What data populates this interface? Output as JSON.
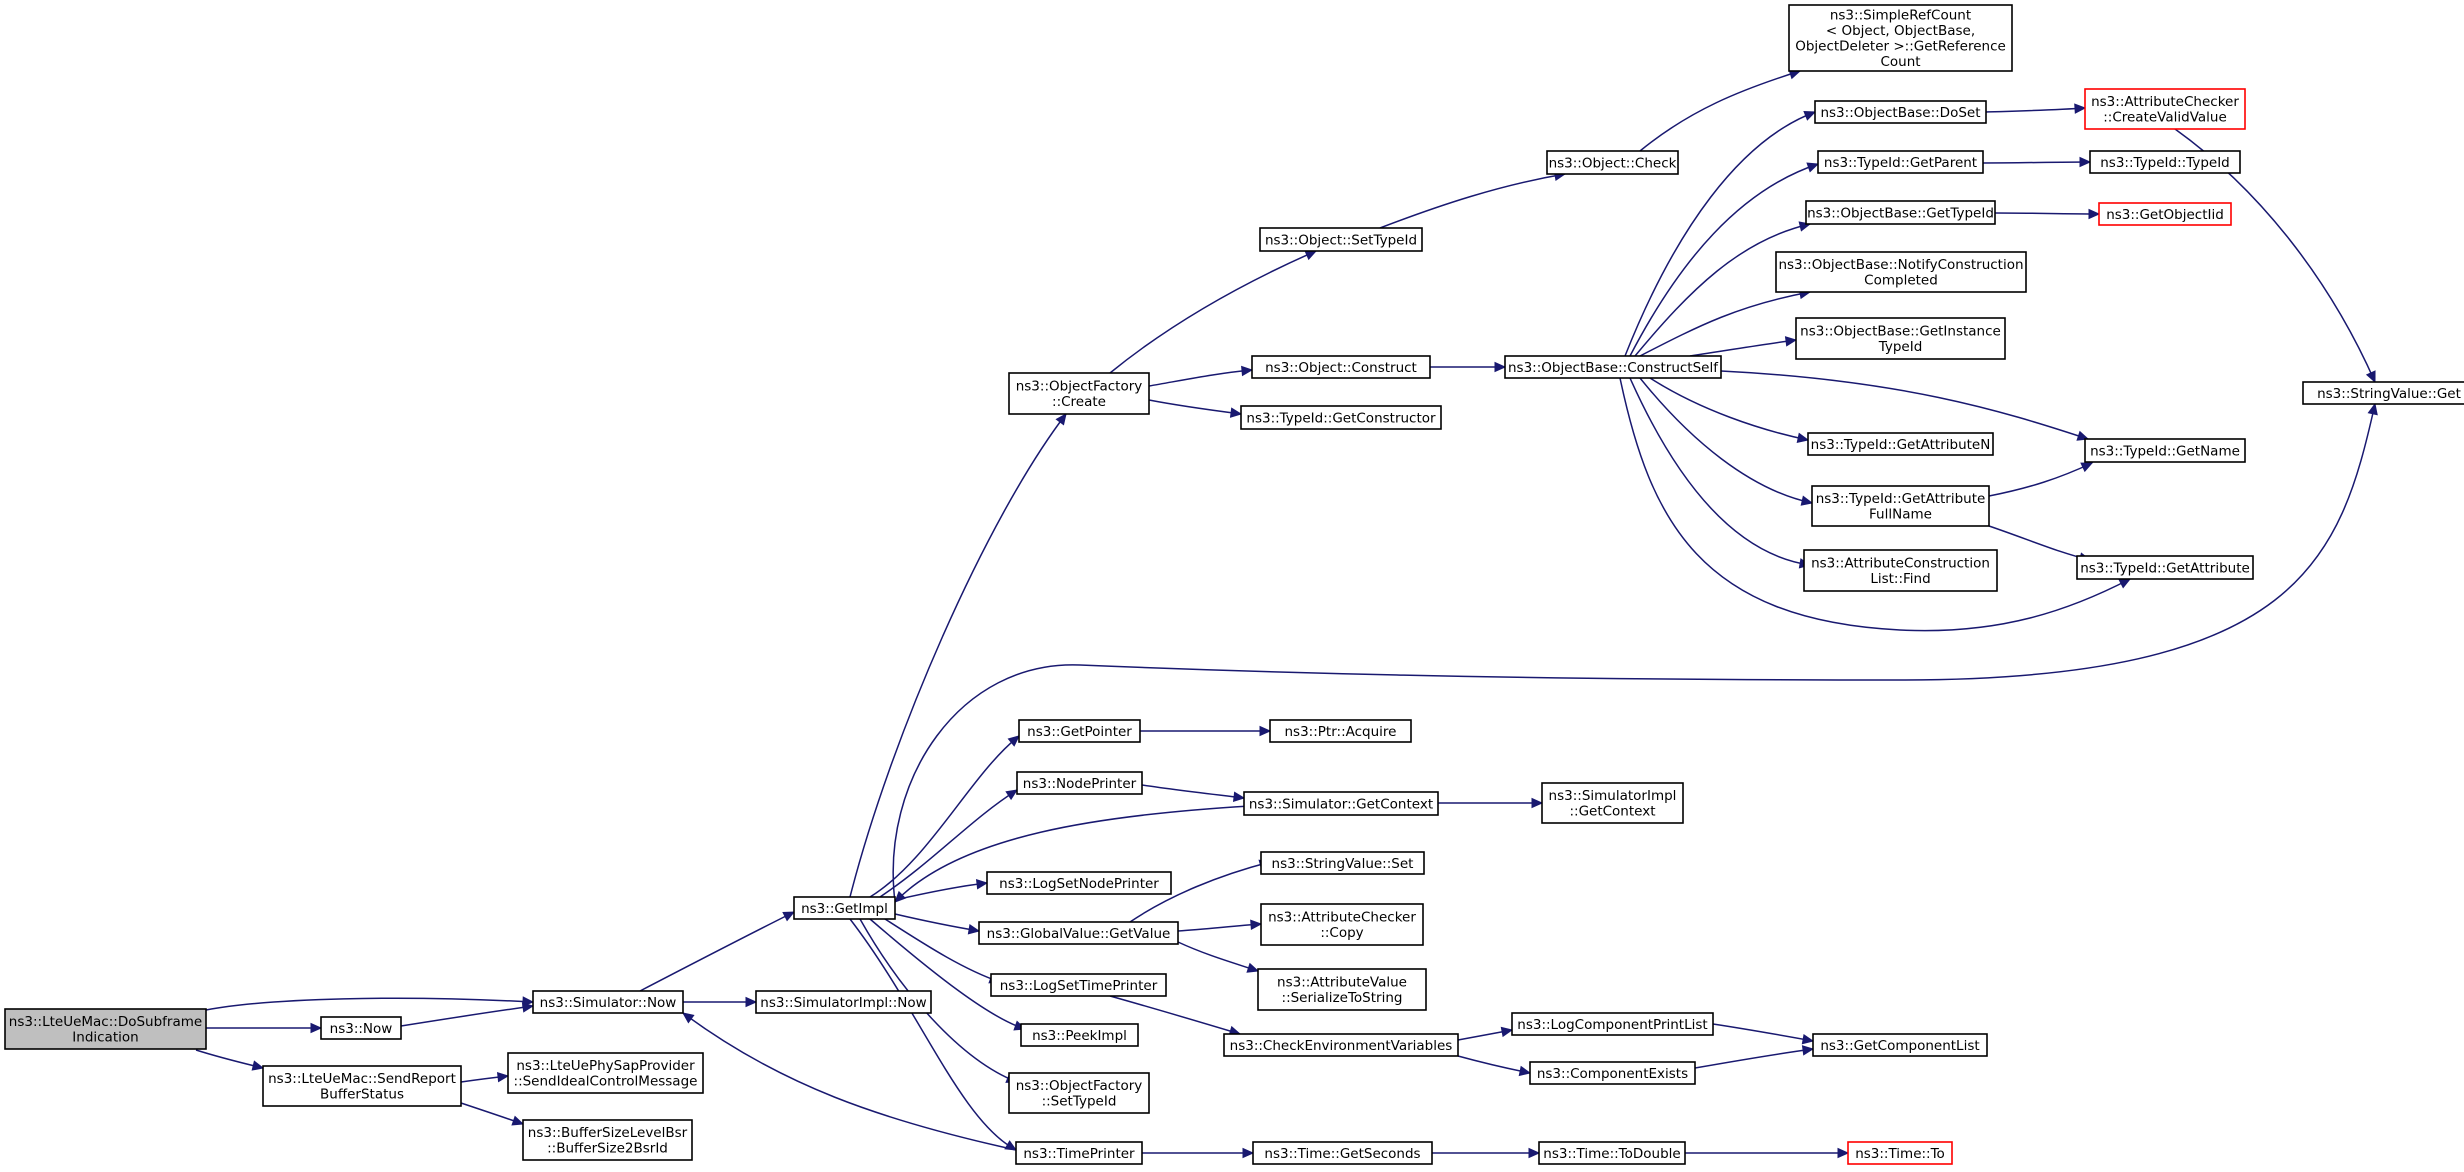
{
  "diagram": {
    "title": "",
    "colors": {
      "edge": "#191970",
      "root_fill": "#bfbfbf",
      "missing_border": "#ff0000"
    },
    "nodes": [
      {
        "id": "root",
        "lines": [
          "ns3::LteUeMac::DoSubframe",
          "Indication"
        ],
        "root": true
      },
      {
        "id": "simnow",
        "lines": [
          "ns3::Simulator::Now"
        ]
      },
      {
        "id": "now",
        "lines": [
          "ns3::Now"
        ]
      },
      {
        "id": "sendreport",
        "lines": [
          "ns3::LteUeMac::SendReport",
          "BufferStatus"
        ]
      },
      {
        "id": "getimpl",
        "lines": [
          "ns3::GetImpl"
        ]
      },
      {
        "id": "simimplnow",
        "lines": [
          "ns3::SimulatorImpl::Now"
        ]
      },
      {
        "id": "sendideal",
        "lines": [
          "ns3::LteUePhySapProvider",
          "::SendIdealControlMessage"
        ]
      },
      {
        "id": "bsr",
        "lines": [
          "ns3::BufferSizeLevelBsr",
          "::BufferSize2BsrId"
        ]
      },
      {
        "id": "ofcreate",
        "lines": [
          "ns3::ObjectFactory",
          "::Create"
        ]
      },
      {
        "id": "getpointer",
        "lines": [
          "ns3::GetPointer"
        ]
      },
      {
        "id": "nodeprinter",
        "lines": [
          "ns3::NodePrinter"
        ]
      },
      {
        "id": "logsetnode",
        "lines": [
          "ns3::LogSetNodePrinter"
        ]
      },
      {
        "id": "gvgetvalue",
        "lines": [
          "ns3::GlobalValue::GetValue"
        ]
      },
      {
        "id": "logsettime",
        "lines": [
          "ns3::LogSetTimePrinter"
        ]
      },
      {
        "id": "peekimpl",
        "lines": [
          "ns3::PeekImpl"
        ]
      },
      {
        "id": "ofsettypeid",
        "lines": [
          "ns3::ObjectFactory",
          "::SetTypeId"
        ]
      },
      {
        "id": "timeprinter",
        "lines": [
          "ns3::TimePrinter"
        ]
      },
      {
        "id": "objsettypeid",
        "lines": [
          "ns3::Object::SetTypeId"
        ]
      },
      {
        "id": "objconstruct",
        "lines": [
          "ns3::Object::Construct"
        ]
      },
      {
        "id": "tidgetctor",
        "lines": [
          "ns3::TypeId::GetConstructor"
        ]
      },
      {
        "id": "ptracquire",
        "lines": [
          "ns3::Ptr::Acquire"
        ]
      },
      {
        "id": "simgetctx",
        "lines": [
          "ns3::Simulator::GetContext"
        ]
      },
      {
        "id": "svset",
        "lines": [
          "ns3::StringValue::Set"
        ]
      },
      {
        "id": "accopy",
        "lines": [
          "ns3::AttributeChecker",
          "::Copy"
        ]
      },
      {
        "id": "avser",
        "lines": [
          "ns3::AttributeValue",
          "::SerializeToString"
        ]
      },
      {
        "id": "checkenv",
        "lines": [
          "ns3::CheckEnvironmentVariables"
        ]
      },
      {
        "id": "timegetsec",
        "lines": [
          "ns3::Time::GetSeconds"
        ]
      },
      {
        "id": "objcheck",
        "lines": [
          "ns3::Object::Check"
        ]
      },
      {
        "id": "obconstructself",
        "lines": [
          "ns3::ObjectBase::ConstructSelf"
        ]
      },
      {
        "id": "simimplgetctx",
        "lines": [
          "ns3::SimulatorImpl",
          "::GetContext"
        ]
      },
      {
        "id": "logcpl",
        "lines": [
          "ns3::LogComponentPrintList"
        ]
      },
      {
        "id": "compexists",
        "lines": [
          "ns3::ComponentExists"
        ]
      },
      {
        "id": "timetodouble",
        "lines": [
          "ns3::Time::ToDouble"
        ]
      },
      {
        "id": "simplerefcount",
        "lines": [
          "ns3::SimpleRefCount",
          "< Object, ObjectBase,",
          "ObjectDeleter >::GetReference",
          "Count"
        ]
      },
      {
        "id": "obdoset",
        "lines": [
          "ns3::ObjectBase::DoSet"
        ]
      },
      {
        "id": "tidgetparent",
        "lines": [
          "ns3::TypeId::GetParent"
        ]
      },
      {
        "id": "obgettypeid",
        "lines": [
          "ns3::ObjectBase::GetTypeId"
        ]
      },
      {
        "id": "obnotify",
        "lines": [
          "ns3::ObjectBase::NotifyConstruction",
          "Completed"
        ]
      },
      {
        "id": "obgetinst",
        "lines": [
          "ns3::ObjectBase::GetInstance",
          "TypeId"
        ]
      },
      {
        "id": "tidgetattrn",
        "lines": [
          "ns3::TypeId::GetAttributeN"
        ]
      },
      {
        "id": "tidgetattrfull",
        "lines": [
          "ns3::TypeId::GetAttribute",
          "FullName"
        ]
      },
      {
        "id": "aclfind",
        "lines": [
          "ns3::AttributeConstruction",
          "List::Find"
        ]
      },
      {
        "id": "getcomplist",
        "lines": [
          "ns3::GetComponentList"
        ]
      },
      {
        "id": "timeto",
        "lines": [
          "ns3::Time::To"
        ],
        "red": true
      },
      {
        "id": "accreate",
        "lines": [
          "ns3::AttributeChecker",
          "::CreateValidValue"
        ],
        "red": true
      },
      {
        "id": "tidtypeid",
        "lines": [
          "ns3::TypeId::TypeId"
        ]
      },
      {
        "id": "getobjectiid",
        "lines": [
          "ns3::GetObjectIid"
        ],
        "red": true
      },
      {
        "id": "tidgetname",
        "lines": [
          "ns3::TypeId::GetName"
        ]
      },
      {
        "id": "tidgetattr",
        "lines": [
          "ns3::TypeId::GetAttribute"
        ]
      },
      {
        "id": "svget",
        "lines": [
          "ns3::StringValue::Get"
        ]
      }
    ]
  }
}
